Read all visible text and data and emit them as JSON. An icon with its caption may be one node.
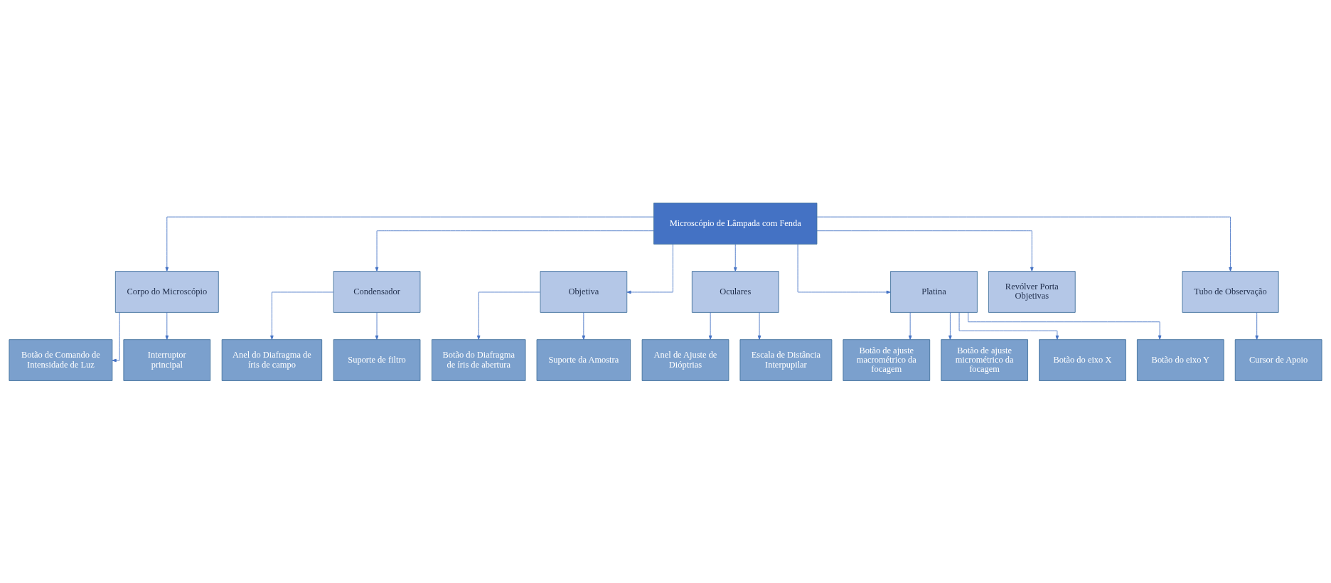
{
  "diagram": {
    "nodes": [
      {
        "text": [
          "Microscópio de Lâmpada com Fenda"
        ]
      },
      {
        "text": [
          "Corpo do Microscópio"
        ]
      },
      {
        "text": [
          "Condensador"
        ]
      },
      {
        "text": [
          "Objetiva"
        ]
      },
      {
        "text": [
          "Oculares"
        ]
      },
      {
        "text": [
          "Platina"
        ]
      },
      {
        "text": [
          "Revólver Porta Objetivas"
        ]
      },
      {
        "text": [
          "Tubo de Observação"
        ]
      },
      {
        "text": [
          "Botão de Comando de Intensidade de Luz"
        ]
      },
      {
        "text": [
          "Interruptor principal"
        ]
      },
      {
        "text": [
          "Anel do Diafragma de íris de campo"
        ]
      },
      {
        "text": [
          "Suporte de filtro"
        ]
      },
      {
        "text": [
          "Botão do Diafragma de íris de abertura"
        ]
      },
      {
        "text": [
          "Suporte da Amostra"
        ]
      },
      {
        "text": [
          "Anel de Ajuste de Dióptrias"
        ]
      },
      {
        "text": [
          "Escala de Distância Interpupilar"
        ]
      },
      {
        "text": [
          "Botão de ajuste macrométrico da focagem"
        ]
      },
      {
        "text": [
          "Botão de ajuste micrométrico da focagem"
        ]
      },
      {
        "text": [
          "Botão do eixo X"
        ]
      },
      {
        "text": [
          "Botão do eixo Y"
        ]
      },
      {
        "text": [
          "Cursor de Apoio"
        ]
      }
    ],
    "edges": [
      {
        "from": 0,
        "to": 1,
        "arrow": "to"
      },
      {
        "from": 0,
        "to": 2,
        "arrow": "to"
      },
      {
        "from": 0,
        "to": 3,
        "arrow": "to"
      },
      {
        "from": 0,
        "to": 4,
        "arrow": "to"
      },
      {
        "from": 0,
        "to": 5,
        "arrow": "to"
      },
      {
        "from": 0,
        "to": 6,
        "arrow": "to"
      },
      {
        "from": 0,
        "to": 7,
        "arrow": "to"
      },
      {
        "from": 1,
        "to": 8,
        "arrow": "to"
      },
      {
        "from": 1,
        "to": 9,
        "arrow": "to"
      },
      {
        "from": 2,
        "to": 10,
        "arrow": "to"
      },
      {
        "from": 2,
        "to": 11,
        "arrow": "to"
      },
      {
        "from": 3,
        "to": 12,
        "arrow": "to"
      },
      {
        "from": 3,
        "to": 13,
        "arrow": "to"
      },
      {
        "from": 4,
        "to": 14,
        "arrow": "to"
      },
      {
        "from": 4,
        "to": 15,
        "arrow": "to"
      },
      {
        "from": 5,
        "to": 16,
        "arrow": "to"
      },
      {
        "from": 5,
        "to": 17,
        "arrow": "to"
      },
      {
        "from": 5,
        "to": 18,
        "arrow": "to"
      },
      {
        "from": 5,
        "to": 19,
        "arrow": "to"
      },
      {
        "from": 7,
        "to": 20,
        "arrow": "to"
      }
    ]
  }
}
